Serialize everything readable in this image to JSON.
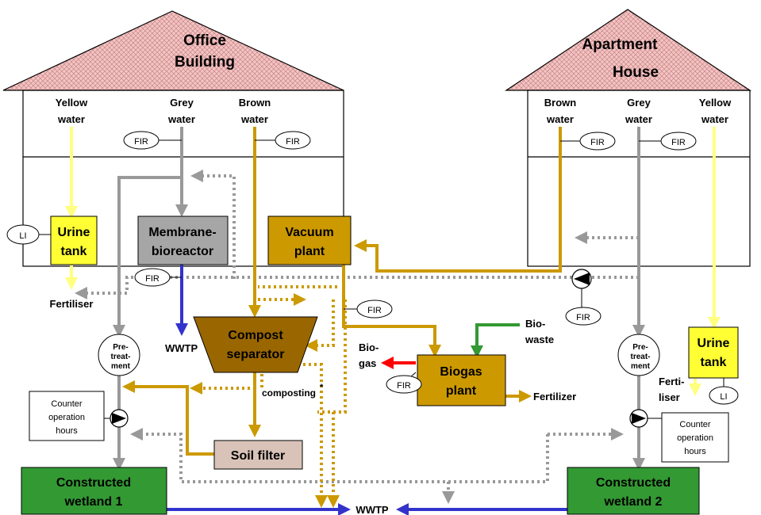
{
  "buildings": {
    "office_title": [
      "Office",
      "Building"
    ],
    "apartment_title": [
      "Apartment",
      "House"
    ]
  },
  "office": {
    "yellow_water": [
      "Yellow",
      "water"
    ],
    "grey_water": [
      "Grey",
      "water"
    ],
    "brown_water": [
      "Brown",
      "water"
    ],
    "urine_tank": [
      "Urine",
      "tank"
    ],
    "membrane_bioreactor": [
      "Membrane-",
      "bioreactor"
    ],
    "vacuum_plant": [
      "Vacuum",
      "plant"
    ],
    "fertiliser": "Fertiliser"
  },
  "apartment": {
    "brown_water": [
      "Brown",
      "water"
    ],
    "grey_water": [
      "Grey",
      "water"
    ],
    "yellow_water": [
      "Yellow",
      "water"
    ],
    "urine_tank": [
      "Urine",
      "tank"
    ],
    "fertiliser": [
      "Ferti-",
      "liser"
    ]
  },
  "instruments": {
    "fir": "FIR",
    "li": "LI",
    "counter": [
      "Counter",
      "operation",
      "hours"
    ]
  },
  "treatment": {
    "compost_separator": [
      "Compost",
      "separator"
    ],
    "composting": "composting",
    "composting_mark": "*",
    "biogas_plant": [
      "Biogas",
      "plant"
    ],
    "biowaste": [
      "Bio-",
      "waste"
    ],
    "biogas": [
      "Bio-",
      "gas"
    ],
    "fertilizer": "Fertilizer",
    "soil_filter": "Soil filter",
    "pretreatment": [
      "Pre-",
      "treat-",
      "ment"
    ],
    "wetland1": [
      "Constructed",
      "wetland 1"
    ],
    "wetland2": [
      "Constructed",
      "wetland 2"
    ],
    "wwtp": "WWTP"
  },
  "colors": {
    "yellow_water": "#ffff80",
    "grey_water": "#999999",
    "brown_water": "#cc9900",
    "treated_water": "#3333cc",
    "biogas": "#ff0000",
    "biowaste": "#339933",
    "urine_tank": "#ffff33",
    "membrane": "#a6a6a6",
    "vacuum": "#cc9900",
    "compost": "#996600",
    "soil_filter": "#d9c3b8",
    "wetland": "#339933",
    "roof": "#f3c4c4"
  }
}
